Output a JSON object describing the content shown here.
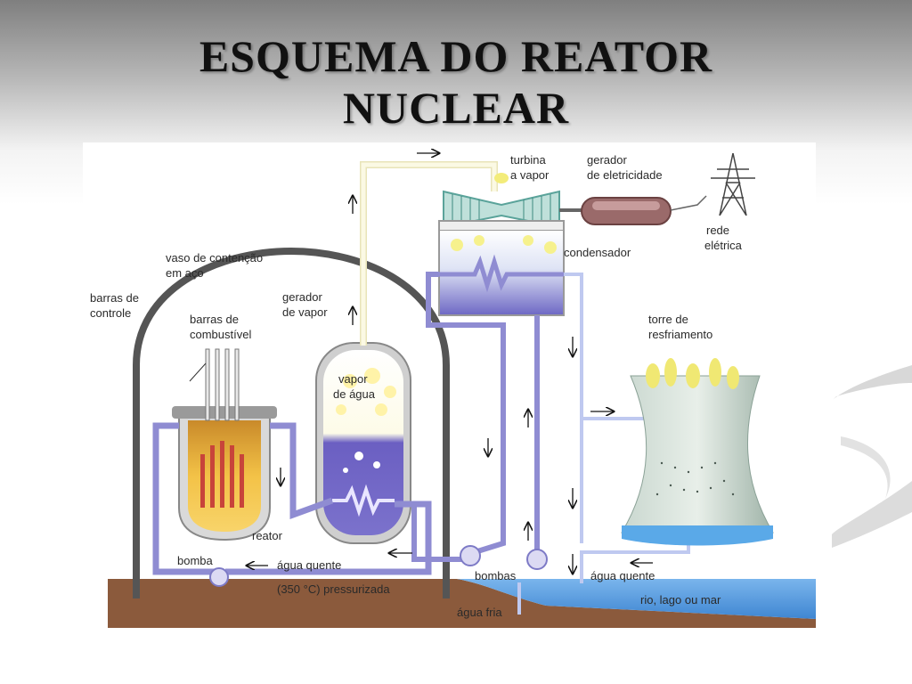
{
  "slide": {
    "title_line1": "ESQUEMA DO REATOR",
    "title_line2": "NUCLEAR"
  },
  "diagram": {
    "labels": {
      "turbina_1": "turbina",
      "turbina_2": "a vapor",
      "gerador_1": "gerador",
      "gerador_2": "de eletricidade",
      "rede_1": "rede",
      "rede_2": "elétrica",
      "condensador": "condensador",
      "vaso_1": "vaso de contenção",
      "vaso_2": "em aço",
      "barras_controle_1": "barras de",
      "barras_controle_2": "controle",
      "barras_comb_1": "barras de",
      "barras_comb_2": "combustível",
      "gerador_vapor_1": "gerador",
      "gerador_vapor_2": "de vapor",
      "vapor_1": "vapor",
      "vapor_2": "de água",
      "torre_1": "torre de",
      "torre_2": "resfriamento",
      "reator": "reator",
      "bomba": "bomba",
      "agua_quente_left": "água quente",
      "pressurizada": "(350 °C) pressurizada",
      "bombas": "bombas",
      "agua_quente_right": "água quente",
      "agua_fria": "água fria",
      "rio": "rio, lago ou mar"
    }
  },
  "colors": {
    "pipe_blue": "#8f8cd2",
    "pipe_yellow": "#f5f2c8",
    "water_blue": "#5f9fe0",
    "ground_brown": "#8b5a3c",
    "fuel_orange": "#e7a830",
    "fuel_rod_red": "#c8443a"
  }
}
